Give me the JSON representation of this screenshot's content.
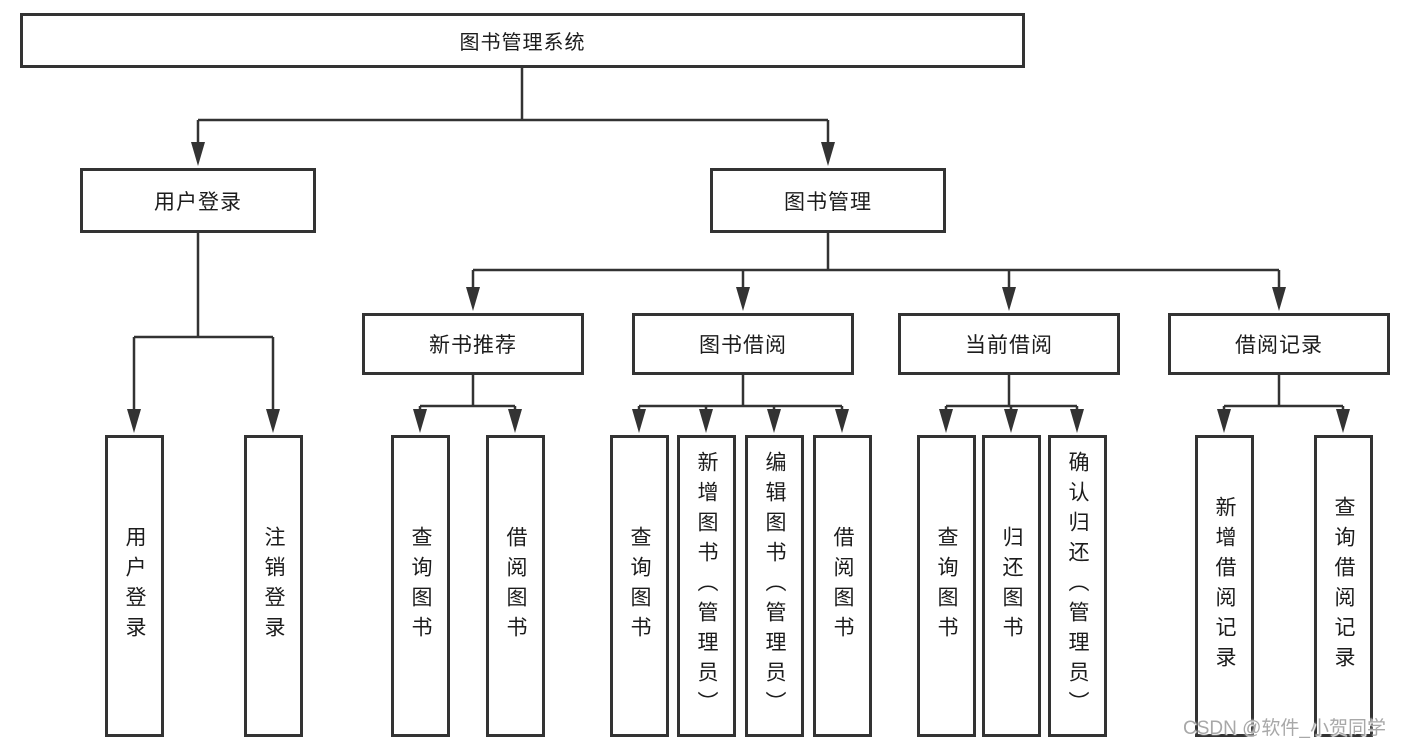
{
  "diagram": {
    "root": {
      "label": "图书管理系统"
    },
    "level2": [
      {
        "label": "用户登录"
      },
      {
        "label": "图书管理"
      }
    ],
    "level3": [
      {
        "label": "新书推荐"
      },
      {
        "label": "图书借阅"
      },
      {
        "label": "当前借阅"
      },
      {
        "label": "借阅记录"
      }
    ],
    "leaves": {
      "login": [
        "用户登录",
        "注销登录"
      ],
      "recommend": [
        "查询图书",
        "借阅图书"
      ],
      "borrow": [
        "查询图书",
        "新增图书（管理员）",
        "编辑图书（管理员）",
        "借阅图书"
      ],
      "current": [
        "查询图书",
        "归还图书",
        "确认归还（管理员）"
      ],
      "records": [
        "新增借阅记录",
        "查询借阅记录"
      ]
    }
  },
  "watermark": {
    "text": "CSDN @软件_小贺同学"
  },
  "colors": {
    "line": "#333333",
    "box_border": "#333333",
    "box_fill": "#ffffff",
    "text": "#1c1c1c",
    "watermark": "#a8a8a8",
    "background": "#ffffff"
  }
}
